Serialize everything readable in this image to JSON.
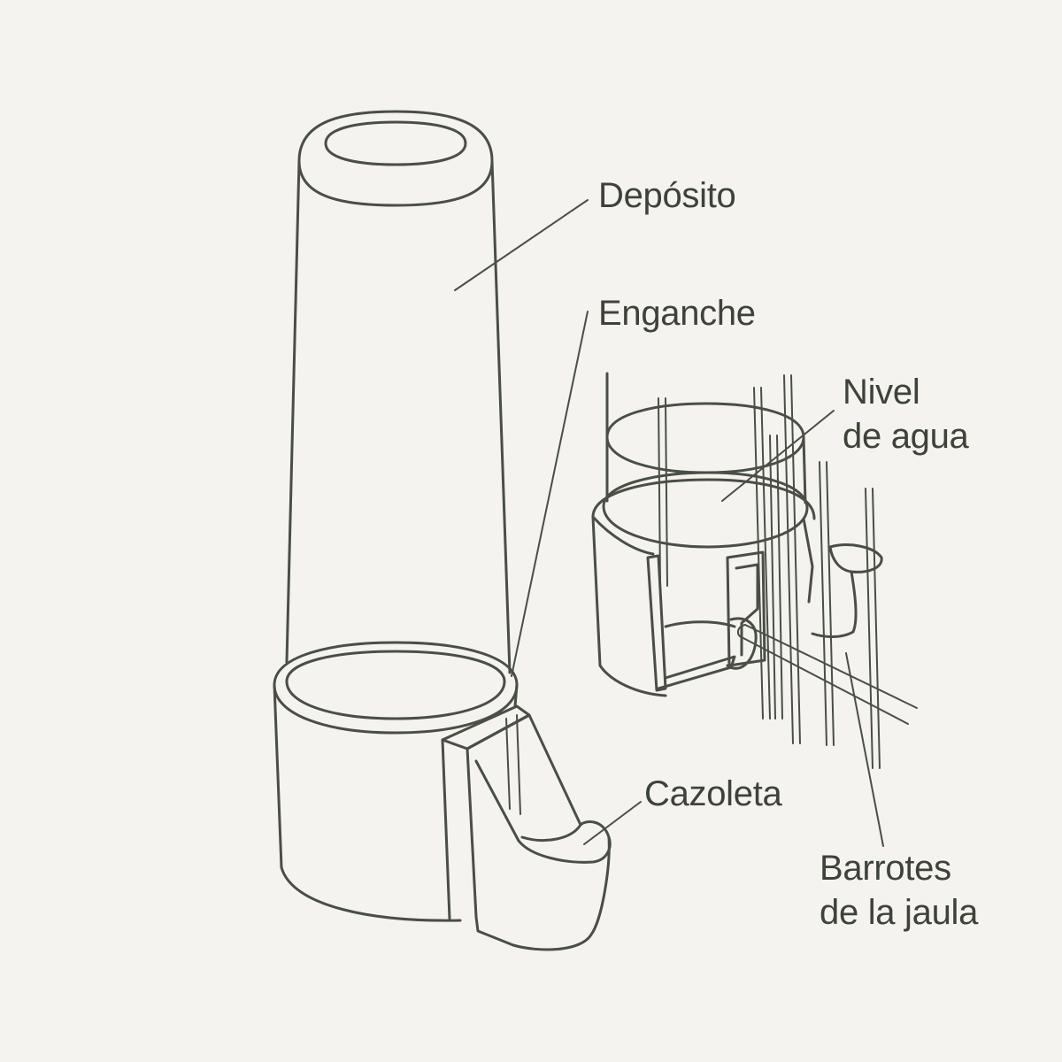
{
  "colors": {
    "background": "#f4f3ef",
    "line": "#4a4e45",
    "text": "#3e4239"
  },
  "labels": {
    "deposito": "Depósito",
    "enganche": "Enganche",
    "nivel_line1": "Nivel",
    "nivel_line2": "de agua",
    "cazoleta": "Cazoleta",
    "barrotes_line1": "Barrotes",
    "barrotes_line2": "de la jaula"
  }
}
